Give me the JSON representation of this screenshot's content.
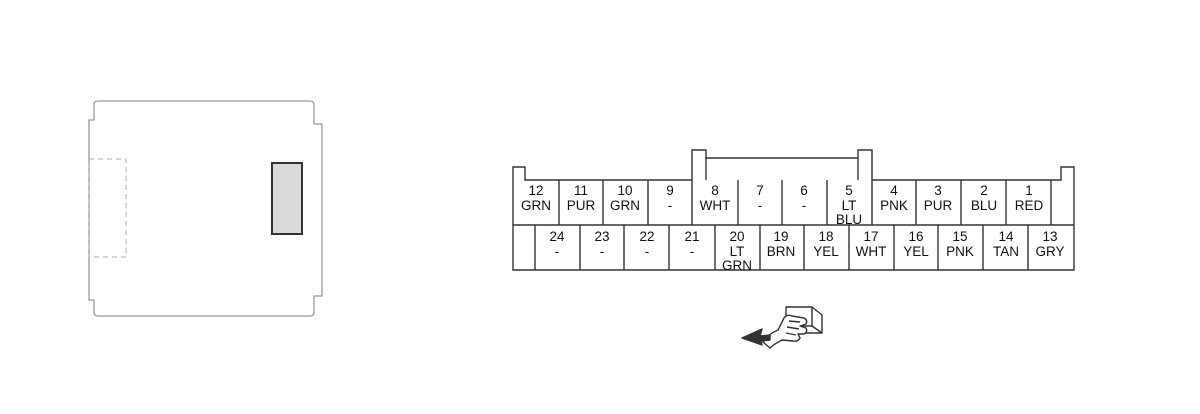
{
  "connector": {
    "top_row": [
      {
        "num": "12",
        "lines": [
          "GRN"
        ]
      },
      {
        "num": "11",
        "lines": [
          "PUR"
        ]
      },
      {
        "num": "10",
        "lines": [
          "GRN"
        ]
      },
      {
        "num": "9",
        "lines": [
          "-"
        ]
      },
      {
        "num": "8",
        "lines": [
          "WHT"
        ]
      },
      {
        "num": "7",
        "lines": [
          "-"
        ]
      },
      {
        "num": "6",
        "lines": [
          "-"
        ]
      },
      {
        "num": "5",
        "lines": [
          "LT",
          "BLU"
        ]
      },
      {
        "num": "4",
        "lines": [
          "PNK"
        ]
      },
      {
        "num": "3",
        "lines": [
          "PUR"
        ]
      },
      {
        "num": "2",
        "lines": [
          "BLU"
        ]
      },
      {
        "num": "1",
        "lines": [
          "RED"
        ]
      }
    ],
    "bottom_row": [
      {
        "num": "24",
        "lines": [
          "-"
        ]
      },
      {
        "num": "23",
        "lines": [
          "-"
        ]
      },
      {
        "num": "22",
        "lines": [
          "-"
        ]
      },
      {
        "num": "21",
        "lines": [
          "-"
        ]
      },
      {
        "num": "20",
        "lines": [
          "LT",
          "GRN"
        ]
      },
      {
        "num": "19",
        "lines": [
          "BRN"
        ]
      },
      {
        "num": "18",
        "lines": [
          "YEL"
        ]
      },
      {
        "num": "17",
        "lines": [
          "WHT"
        ]
      },
      {
        "num": "16",
        "lines": [
          "YEL"
        ]
      },
      {
        "num": "15",
        "lines": [
          "PNK"
        ]
      },
      {
        "num": "14",
        "lines": [
          "TAN"
        ]
      },
      {
        "num": "13",
        "lines": [
          "GRY"
        ]
      }
    ]
  },
  "colors": {
    "outline": "#333333",
    "body_outline": "#999999",
    "tab_fill": "#d9d9d9",
    "dashed": "#bbbbbb"
  }
}
